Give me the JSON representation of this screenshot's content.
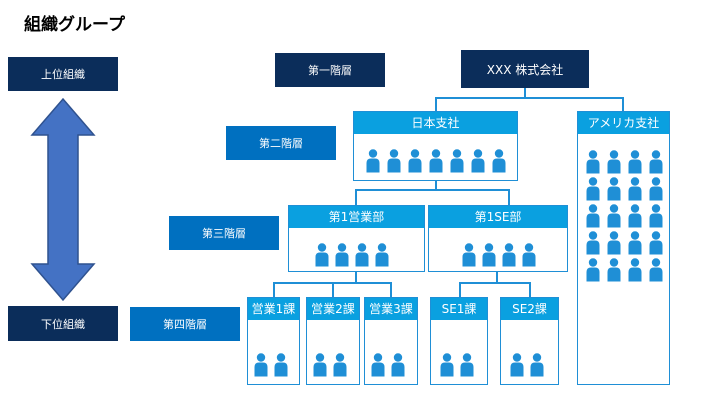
{
  "title": "組織グループ",
  "side": {
    "upper_label": "上位組織",
    "lower_label": "下位組織"
  },
  "levels": [
    "第一階層",
    "第二階層",
    "第三階層",
    "第四階層"
  ],
  "company": "XXX 株式会社",
  "branches": {
    "japan": "日本支社",
    "america": "アメリカ支社"
  },
  "departments": {
    "sales1": "第1営業部",
    "se1": "第1SE部"
  },
  "sections": {
    "eigyo1": "営業1課",
    "eigyo2": "営業2課",
    "eigyo3": "営業3課",
    "se1": "SE1課",
    "se2": "SE2課"
  },
  "member_counts": {
    "japan": 7,
    "america": 20,
    "sales1_dept": 4,
    "se1_dept": 4,
    "eigyo1": 2,
    "eigyo2": 2,
    "eigyo3": 2,
    "se1_section": 2,
    "se2_section": 2
  },
  "colors": {
    "navy": "#0b2d5a",
    "blue": "#0070c0",
    "header": "#0aa0e0",
    "person": "#1f8fd6",
    "arrow": "#4472c4"
  }
}
